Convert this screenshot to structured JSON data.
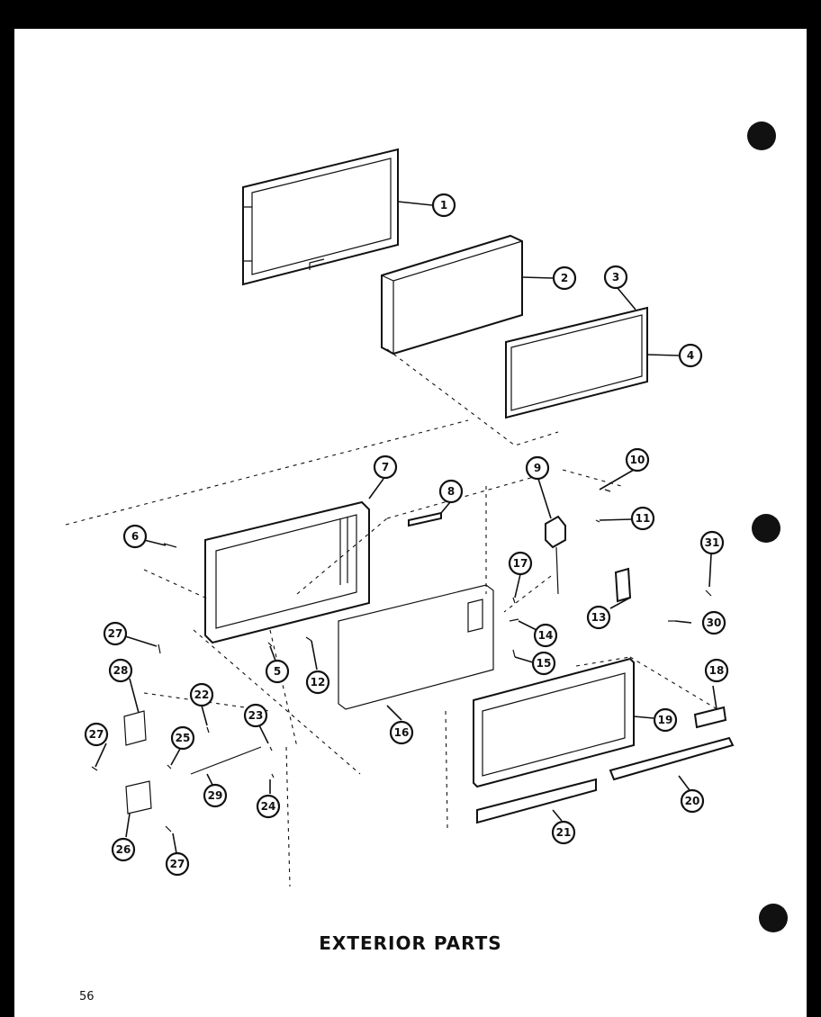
{
  "title": "EXTERIOR PARTS",
  "page_number": "56",
  "callouts": [
    "1",
    "2",
    "3",
    "4",
    "5",
    "6",
    "7",
    "8",
    "9",
    "10",
    "11",
    "12",
    "13",
    "14",
    "15",
    "16",
    "17",
    "18",
    "19",
    "20",
    "21",
    "22",
    "23",
    "24",
    "25",
    "26",
    "27",
    "28",
    "29",
    "30",
    "31"
  ]
}
